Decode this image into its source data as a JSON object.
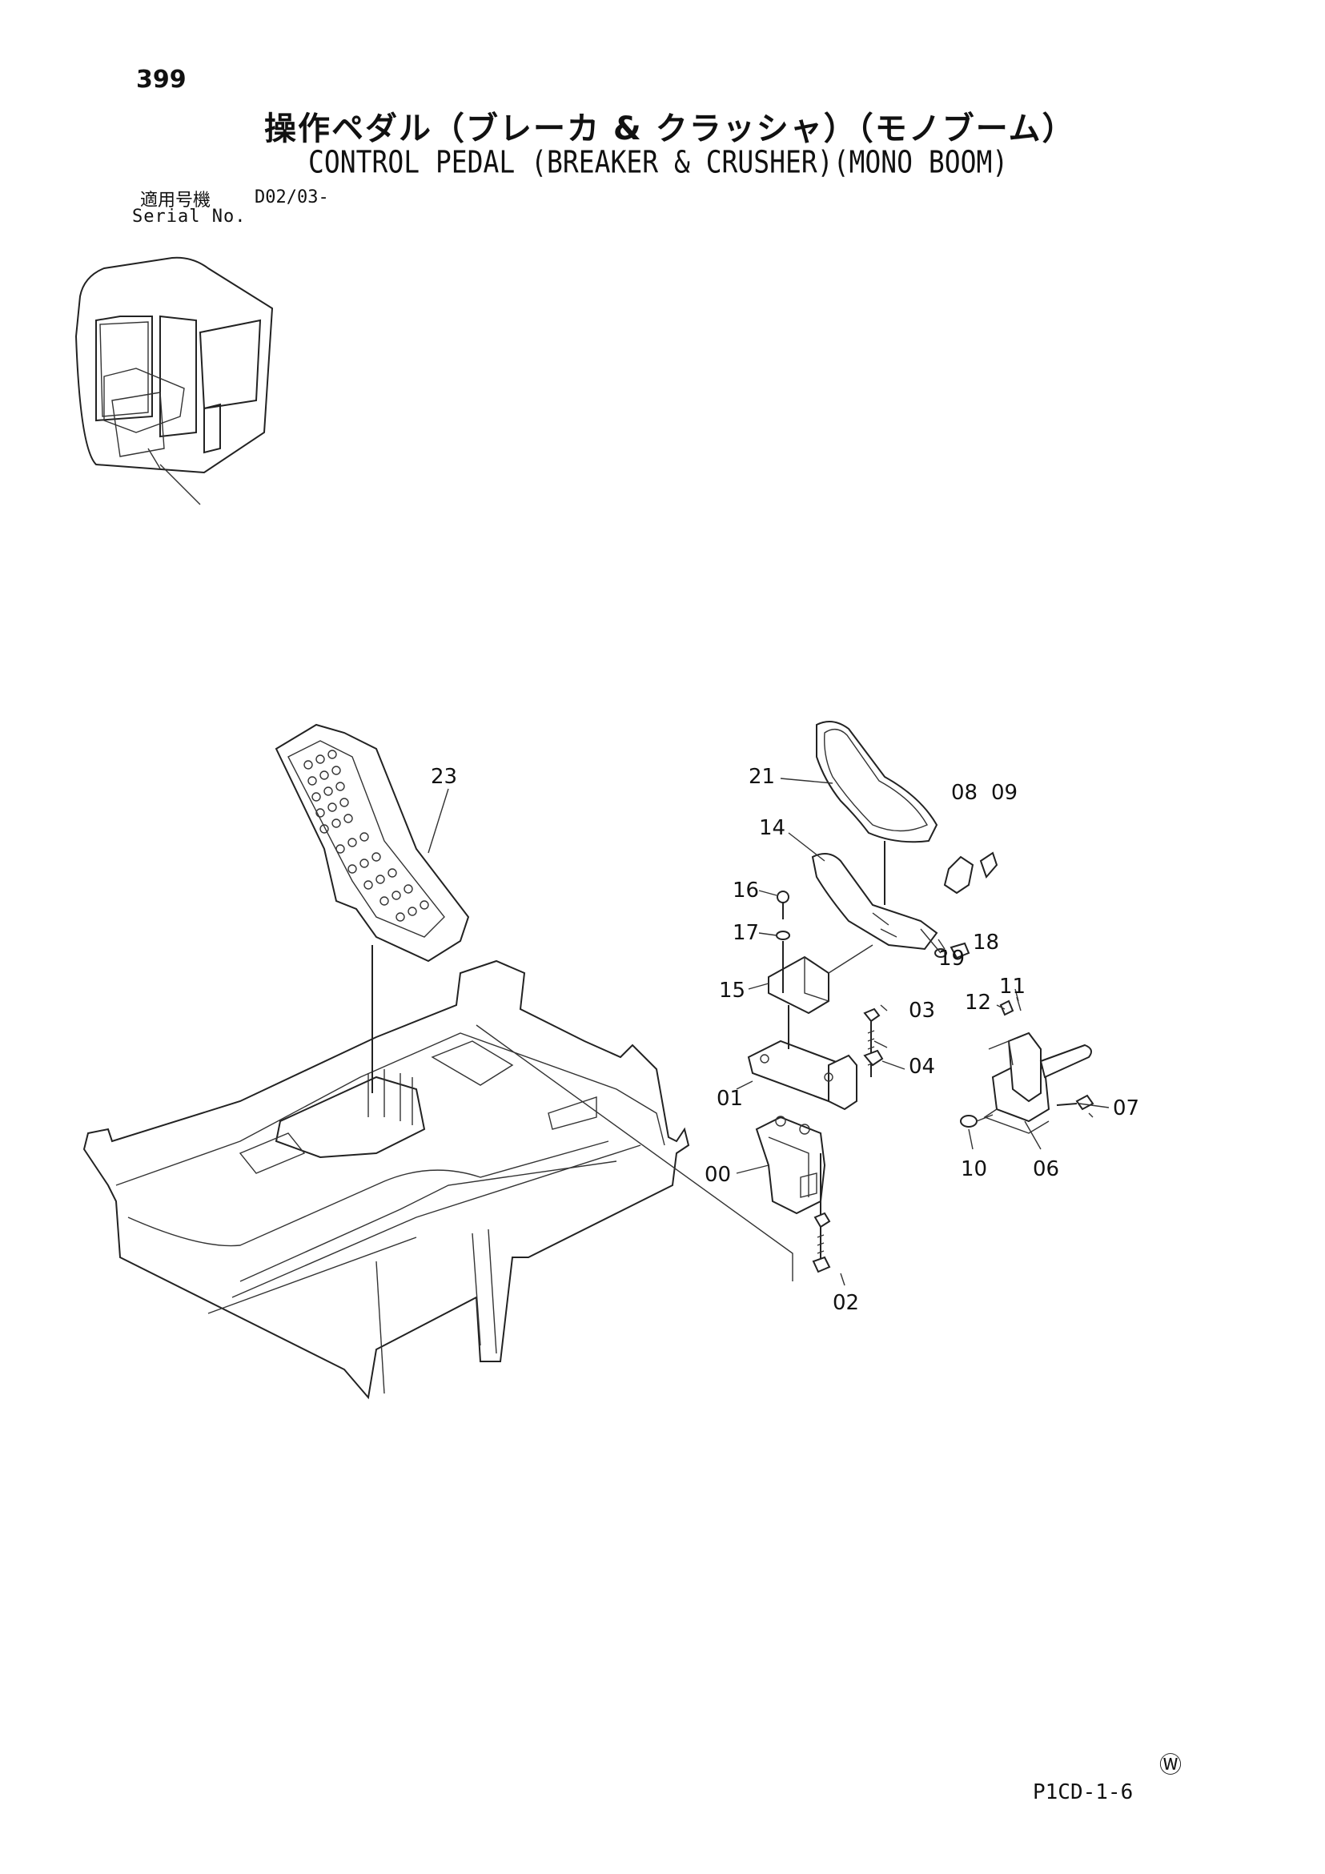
{
  "header": {
    "page_number": "399",
    "title_ja": "操作ペダル（ブレーカ & クラッシャ）（モノブーム）",
    "title_en": "CONTROL PEDAL (BREAKER & CRUSHER)(MONO BOOM)",
    "serial_label_ja": "適用号機",
    "serial_label_en": "Serial No.",
    "serial_value": "D02/03-"
  },
  "callouts": [
    "23",
    "21",
    "08",
    "09",
    "14",
    "16",
    "17",
    "15",
    "19",
    "18",
    "03",
    "12",
    "11",
    "01",
    "04",
    "07",
    "00",
    "10",
    "06",
    "02"
  ],
  "footer": {
    "symbol": "Ⓦ",
    "figure_code": "P1CD-1-6"
  }
}
